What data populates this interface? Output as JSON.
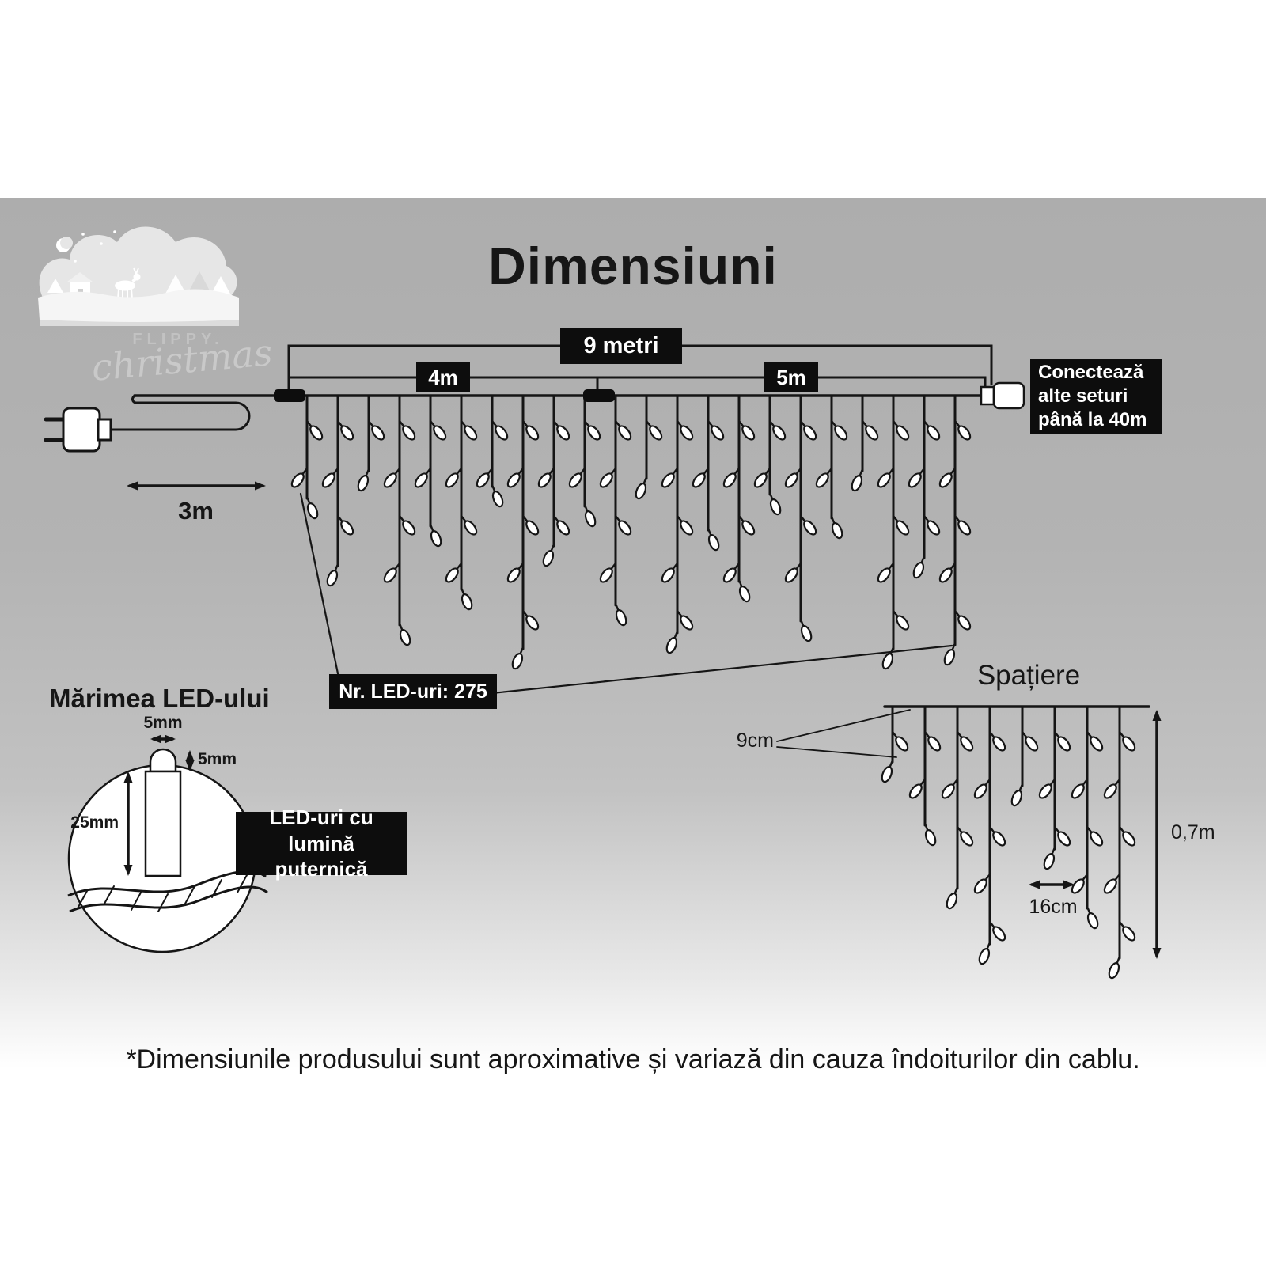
{
  "page": {
    "title": "Dimensiuni",
    "footnote": "*Dimensiunile produsului sunt aproximative și variază din cauza îndoiturilor din cablu."
  },
  "logo": {
    "brand": "FLIPPY.",
    "script": "christmas"
  },
  "curtain": {
    "total_length": "9 metri",
    "segment_left": "4m",
    "segment_right": "5m",
    "lead_length": "3m",
    "connect_note": "Conectează alte seturi până la 40m",
    "led_count": "Nr. LED-uri: 275"
  },
  "led_size": {
    "heading": "Mărimea LED-ului",
    "bulb_width": "5mm",
    "bulb_height": "5mm",
    "body_length": "25mm",
    "note": "LED-uri cu lumină puternică"
  },
  "spacing": {
    "heading": "Spațiere",
    "led_gap": "9cm",
    "drop_gap": "16cm",
    "drop_height": "0,7m"
  }
}
